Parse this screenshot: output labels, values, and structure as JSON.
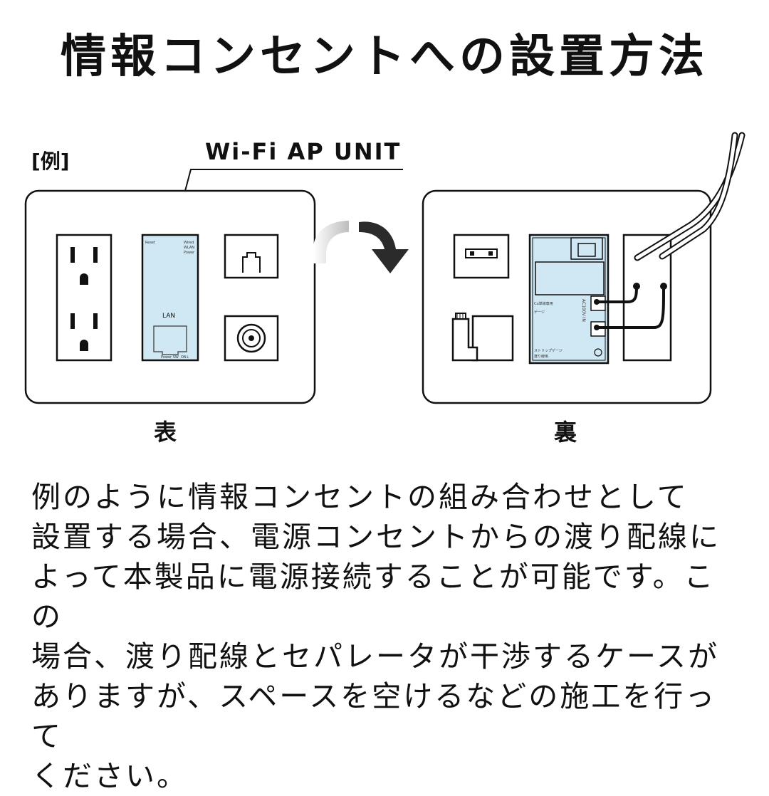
{
  "title": "情報コンセントへの設置方法",
  "example_label": "[例]",
  "unit_label": "Wi-Fi AP UNIT",
  "front": {
    "label": "表",
    "lan_label": "LAN",
    "power_sw_label": "Power SW",
    "on_label": "ON↓",
    "reset_label": "Reset",
    "status_labels": [
      "Wired",
      "WLAN",
      "Power"
    ]
  },
  "back": {
    "label": "裏",
    "port_label": "AC100V IN",
    "board_texts": [
      "渡り線用",
      "ストリップゲージ",
      "Cu単線専用",
      "ゲージ"
    ]
  },
  "description_lines": [
    "例のように情報コンセントの組み合わせとして",
    "設置する場合、電源コンセントからの渡り配線に",
    "よって本製品に電源接続することが可能です。この",
    "場合、渡り配線とセパレータが干渉するケースが",
    "ありますが、スペースを空けるなどの施工を行って",
    "ください。"
  ],
  "colors": {
    "unit_fill": "#cfe8f4",
    "line": "#111111",
    "arrow_dark": "#2b2b2b",
    "arrow_light": "#cccccc"
  }
}
